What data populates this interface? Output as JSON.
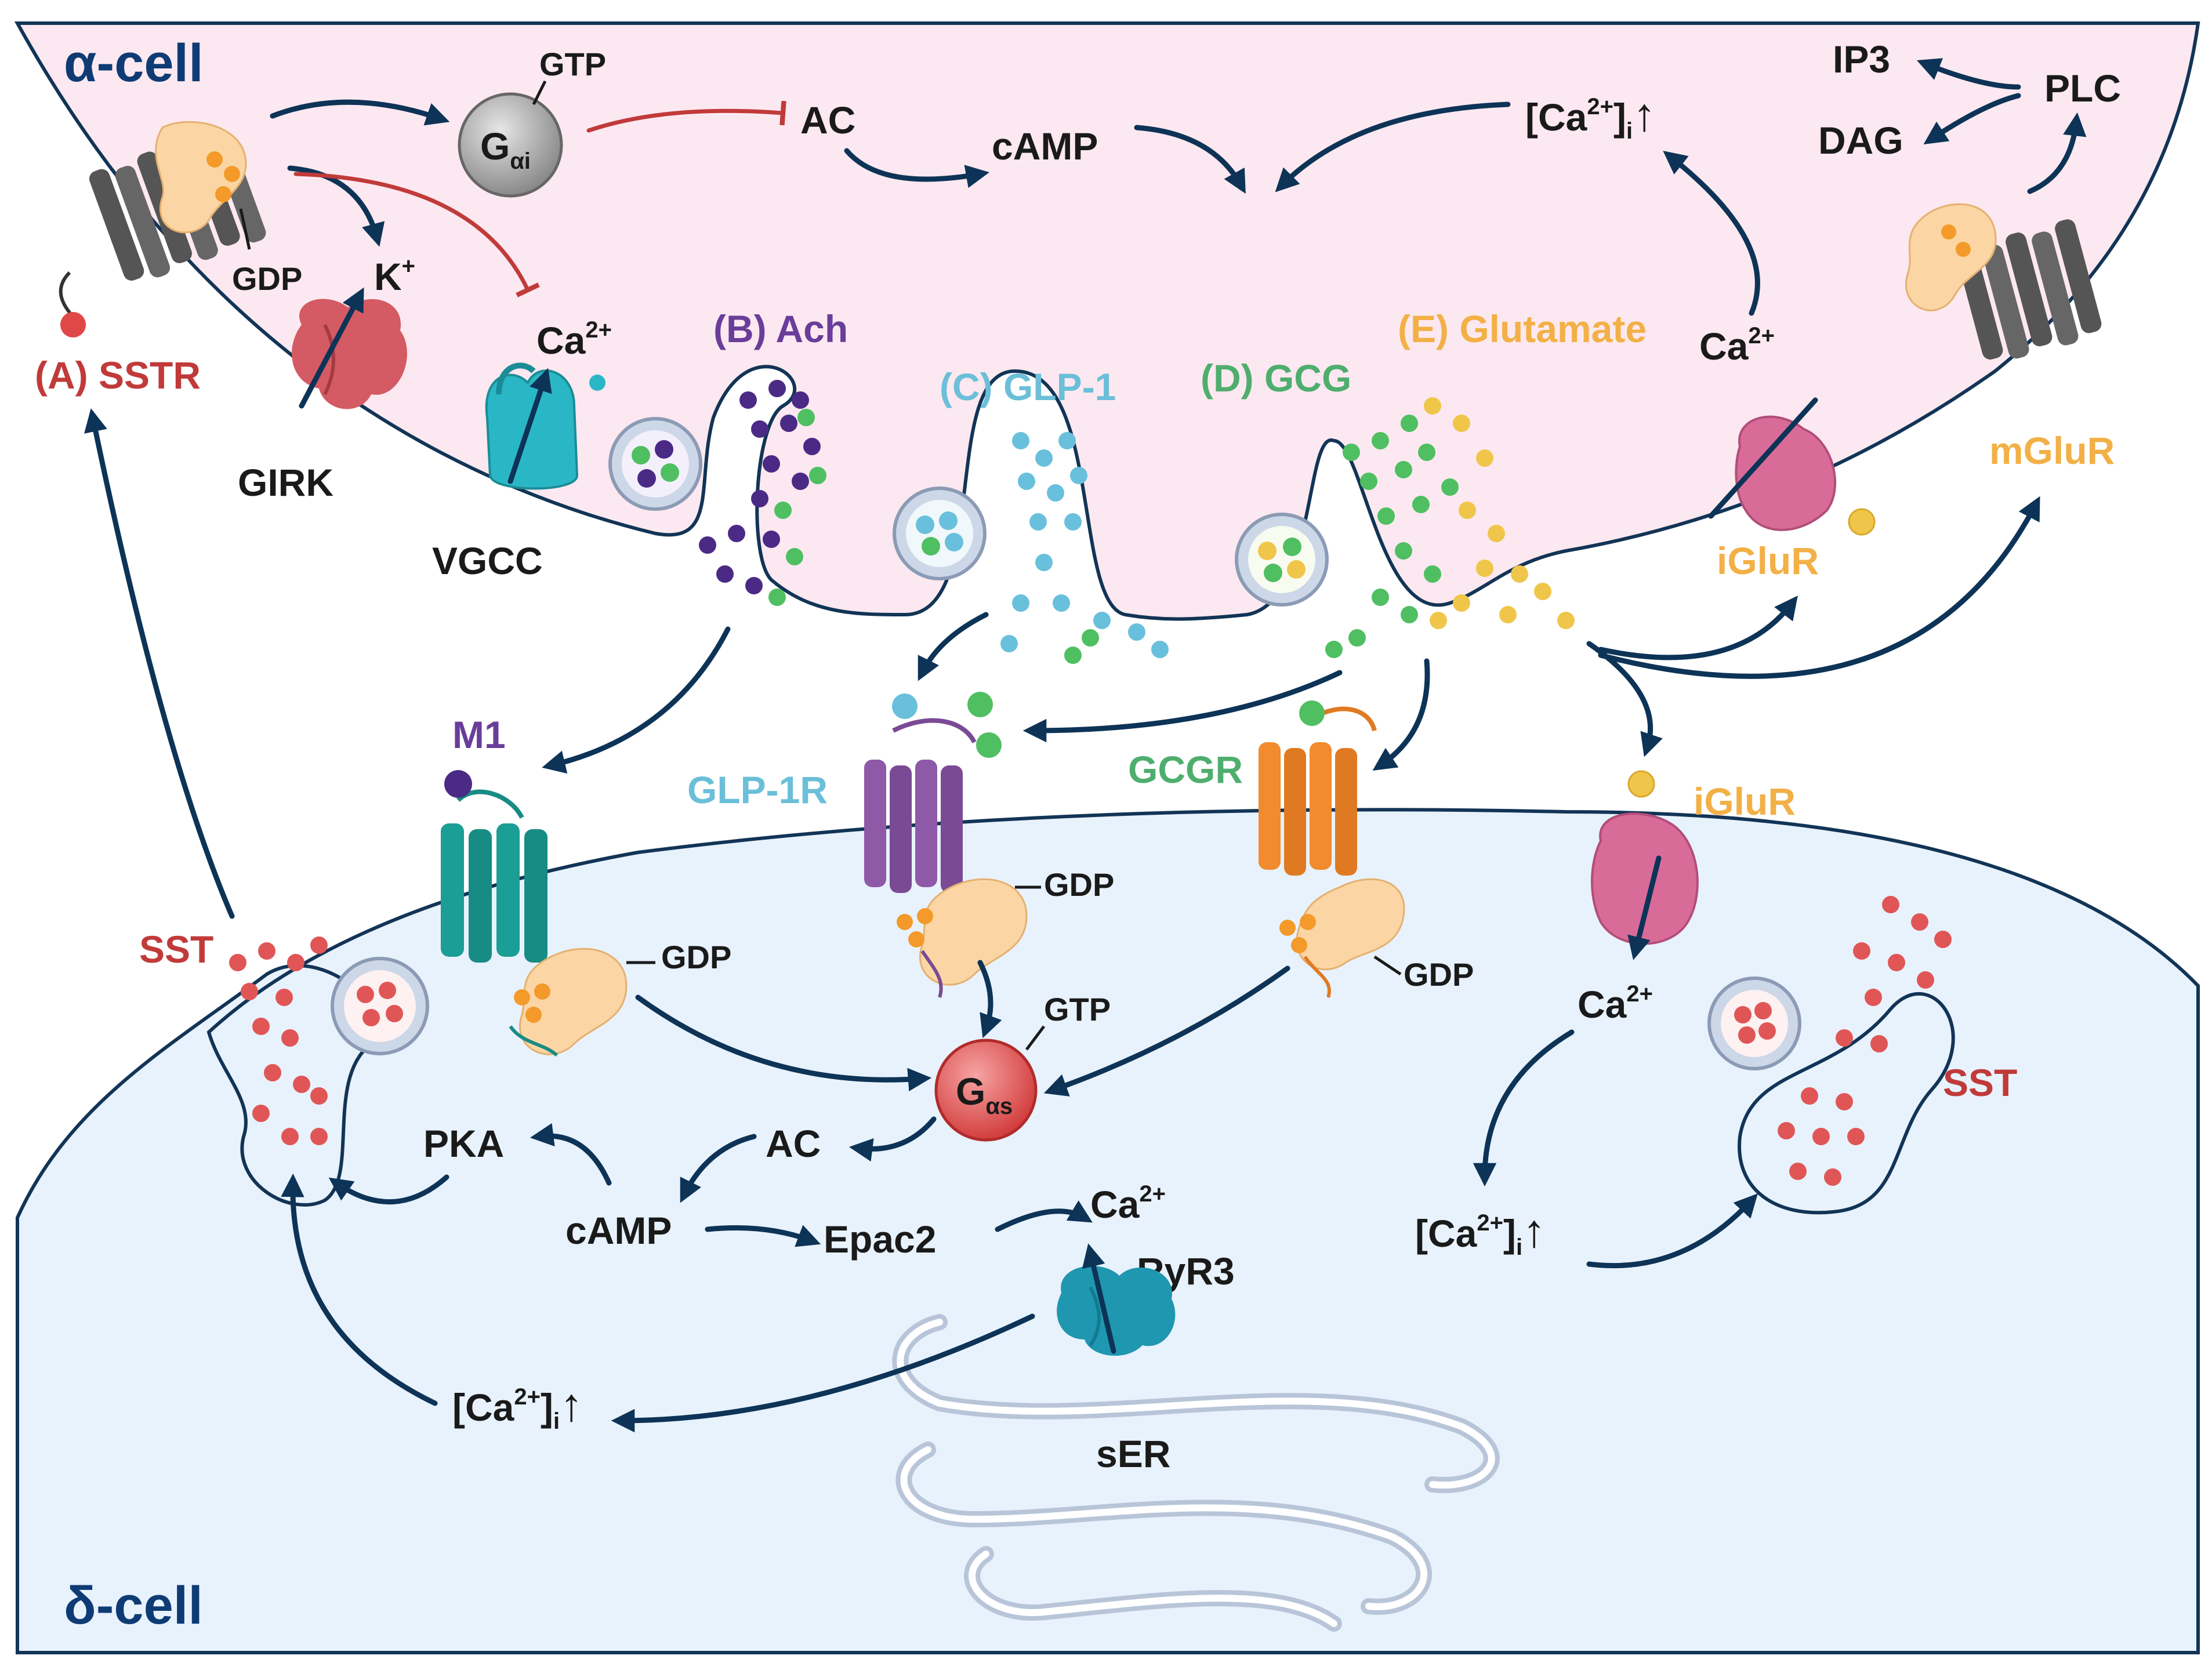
{
  "colors": {
    "alpha_cytoplasm": "#fce8f0",
    "delta_cytoplasm": "#e8f2fc",
    "arrow": "#0d3357",
    "inhibition": "#c13a3a",
    "sstr_label": "#c13a3a",
    "ach_label": "#6a3d9a",
    "glp1_label": "#6bbfd8",
    "gcg_label": "#4fae6e",
    "glutamate_label": "#f2b046",
    "ach_particle": "#4b2a86",
    "glp1_particle": "#69c0dc",
    "gcg_particle": "#4fbf62",
    "glutamate_particle": "#f0c64a",
    "sst_particle": "#e05656",
    "gpcr_grey": "#555555",
    "m1_teal": "#1a9e95",
    "glp1r_purple": "#8e5aa8",
    "gcgr_orange": "#f28a2e",
    "iglur_pink": "#d96b98",
    "vgcc_cyan": "#2ab7c5",
    "girk_red": "#d45b63",
    "ryr3_teal": "#1f97b0"
  },
  "alpha_cell": {
    "title": "α-cell",
    "sstr": "(A) SSTR",
    "gtp": "GTP",
    "gdp": "GDP",
    "g_alpha_i_main": "G",
    "g_alpha_i_sub": "αi",
    "ac": "AC",
    "camp": "cAMP",
    "ca_i_open": "[Ca",
    "ca_i_sup": "2+",
    "ca_i_close": "]",
    "ca_i_sub": "i",
    "up_arrow": "↑",
    "ip3": "IP3",
    "dag": "DAG",
    "plc": "PLC",
    "k_main": "K",
    "k_sup": "+",
    "ca_main": "Ca",
    "ca_sup": "2+",
    "girk": "GIRK",
    "vgcc": "VGCC",
    "ach": "(B) Ach",
    "glp1": "(C) GLP-1",
    "gcg": "(D) GCG",
    "glutamate": "(E) Glutamate",
    "iglur_ca_main": "Ca",
    "iglur_ca_sup": "2+",
    "iglur": "iGluR",
    "mglur": "mGluR"
  },
  "delta_cell": {
    "title": "δ-cell",
    "m1": "M1",
    "glp1r": "GLP-1R",
    "gcgr": "GCGR",
    "iglur": "iGluR",
    "gdp_m1": "GDP",
    "gdp_glp1r": "GDP",
    "gdp_gcgr": "GDP",
    "gtp": "GTP",
    "g_alpha_s_main": "G",
    "g_alpha_s_sub": "αs",
    "ac": "AC",
    "pka": "PKA",
    "camp": "cAMP",
    "epac2": "Epac2",
    "ca_main": "Ca",
    "ca_sup": "2+",
    "ryr3": "RyR3",
    "ser": "sER",
    "sst_left": "SST",
    "sst_right": "SST",
    "iglur_ca_main": "Ca",
    "iglur_ca_sup": "2+",
    "ca_i_left_open": "[Ca",
    "ca_i_left_sup": "2+",
    "ca_i_left_close": "]",
    "ca_i_left_sub": "i",
    "ca_i_right_open": "[Ca",
    "ca_i_right_sup": "2+",
    "ca_i_right_close": "]",
    "ca_i_right_sub": "i",
    "up_arrow": "↑"
  }
}
